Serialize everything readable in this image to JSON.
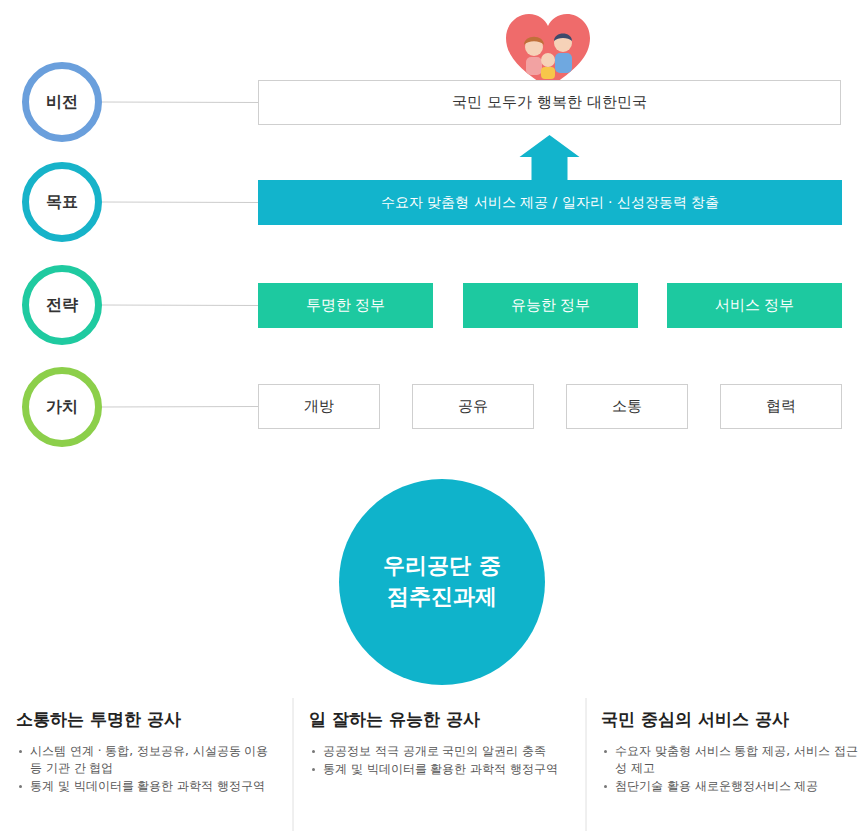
{
  "diagram": {
    "nodes": [
      {
        "text": [
          "비전"
        ]
      },
      {
        "text": [
          "국민 모두가 행복한 대한민국"
        ]
      },
      {
        "text": [
          "목표"
        ]
      },
      {
        "text": [
          "수요자 맞춤형 서비스 제공 / 일자리 · 신성장동력 창출"
        ]
      },
      {
        "text": [
          "전략"
        ]
      },
      {
        "text": [
          "투명한 정부"
        ]
      },
      {
        "text": [
          "유능한 정부"
        ]
      },
      {
        "text": [
          "서비스 정부"
        ]
      },
      {
        "text": [
          "가치"
        ]
      },
      {
        "text": [
          "개방"
        ]
      },
      {
        "text": [
          "공유"
        ]
      },
      {
        "text": [
          "소통"
        ]
      },
      {
        "text": [
          "협력"
        ]
      },
      {
        "text": [
          "우리공단 중점추진과제"
        ]
      }
    ],
    "edges": [
      {
        "from": 0,
        "to": 1,
        "arrow": "none"
      },
      {
        "from": 2,
        "to": 3,
        "arrow": "none"
      },
      {
        "from": 4,
        "to": 5,
        "arrow": "none"
      },
      {
        "from": 8,
        "to": 9,
        "arrow": "none"
      },
      {
        "from": 3,
        "to": 1,
        "arrow": "to"
      }
    ],
    "labels": [
      "소통하는 투명한 공사",
      "시스템 연계 · 통합, 정보공유, 시설공동 이용 등 기관 간 협업",
      "통계 및 빅데이터를 활용한 과학적 행정구역",
      "일 잘하는 유능한 공사",
      "공공정보 적극 공개로 국민의 알권리 충족",
      "통계 및 빅데이터를 활용한 과학적 행정구역",
      "국민 중심의 서비스 공사",
      "수요자 맞춤형 서비스 통합 제공, 서비스 접근성 제고",
      "첨단기술 활용 새로운행정서비스 제공"
    ]
  }
}
